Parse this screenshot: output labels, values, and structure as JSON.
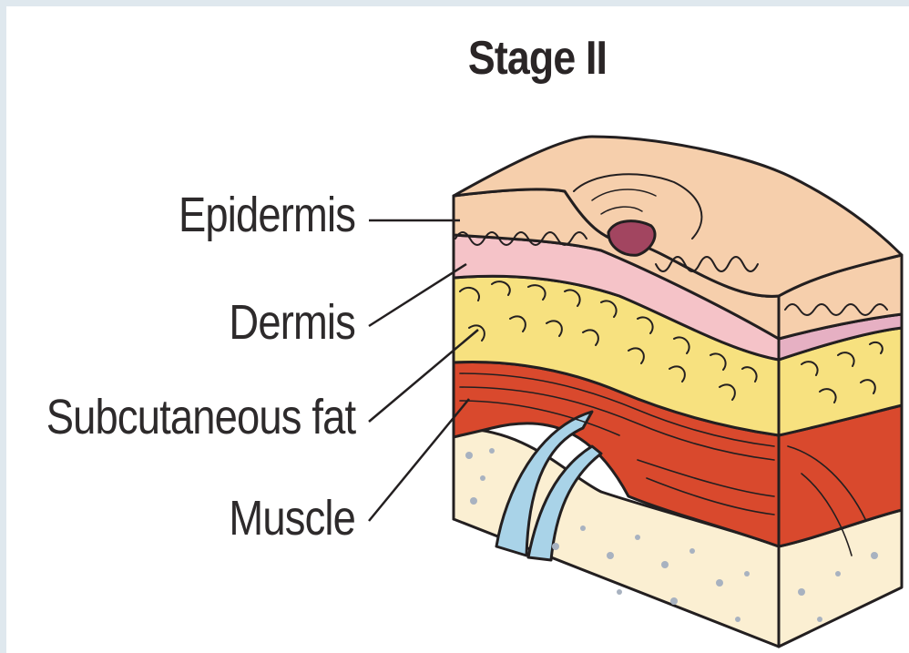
{
  "title": "Stage II",
  "labels": {
    "epidermis": "Epidermis",
    "dermis": "Dermis",
    "subcutaneous_fat": "Subcutaneous fat",
    "muscle": "Muscle"
  },
  "colors": {
    "epidermis": "#f6cfac",
    "dermis": "#f5c3c8",
    "fat": "#f7e17f",
    "muscle": "#d9492d",
    "bone": "#fbefd2",
    "bone_specks": "#a8b2c0",
    "vessel": "#a9d3e8",
    "ulcer": "#a24560",
    "outline": "#231f20"
  }
}
